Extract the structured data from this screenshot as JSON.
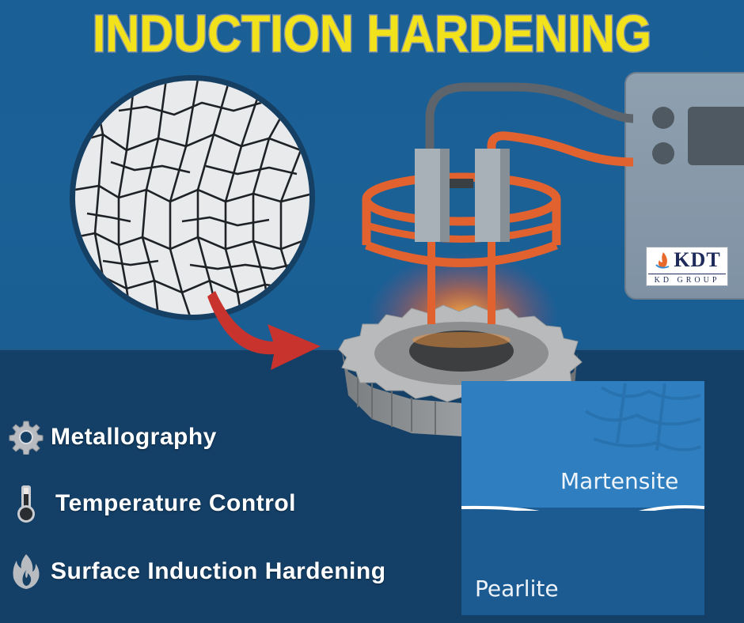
{
  "title": "INDUCTION HARDENING",
  "logo": {
    "brand": "KDT",
    "subtitle": "KD GROUP"
  },
  "features": [
    {
      "icon": "gear-icon",
      "label": "Metallography"
    },
    {
      "icon": "thermometer-icon",
      "label": "Temperature Control"
    },
    {
      "icon": "flame-icon",
      "label": "Surface Induction Hardening"
    }
  ],
  "phases": {
    "upper": "Martensite",
    "lower": "Pearlite"
  },
  "colors": {
    "background_top": "#1a5f95",
    "background_bottom": "#143f66",
    "title_fill": "#f2e21b",
    "title_stroke": "#8a96a6",
    "coil": "#e2622f",
    "arrow": "#c8332e",
    "machine": "#8a9bab",
    "martensite": "#2f7fc0",
    "pearlite": "#1c5a92"
  }
}
